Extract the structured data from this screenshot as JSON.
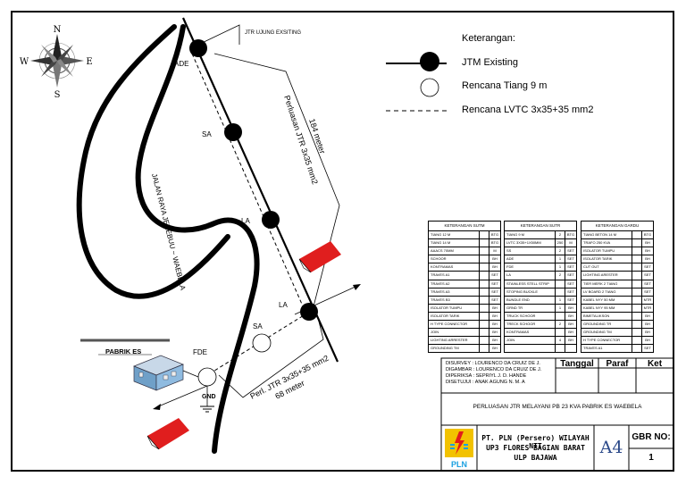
{
  "compass": {
    "n": "N",
    "e": "E",
    "s": "S",
    "w": "W"
  },
  "map": {
    "road_label": "JALAN RAYA JEREBUU ~ WAEBELA",
    "jtr_existing_label": "JTR UJUNG EXSITING",
    "poles": [
      "ADE",
      "SA",
      "LA",
      "LA",
      "SA",
      "FDE"
    ],
    "extension_a": "Perluasan JTR 3x35 mm2",
    "extension_a_length": "184 meter",
    "extension_b": "Perl. JTR 3x35+35 mm2",
    "extension_b_length": "68 meter",
    "factory_label": "PABRIK ES",
    "grd_label": "GND"
  },
  "legend": {
    "title": "Keterangan:",
    "items": [
      "JTM Existing",
      "Rencana Tiang 9 m",
      "Rencana LVTC 3x35+35 mm2"
    ]
  },
  "tables": [
    {
      "title": "KETERANGAN SUTM",
      "rows": [
        [
          "TIANG 12 M",
          "",
          "BTG"
        ],
        [
          "TIANG 14 M",
          "",
          "BTG"
        ],
        [
          "AAACS 70MM",
          "",
          "M"
        ],
        [
          "SCHOOR",
          "",
          "BH"
        ],
        [
          "KONTRAMAS",
          "",
          "BH"
        ],
        [
          "TRAVES A1",
          "",
          "SET"
        ],
        [
          "TRAVES A2",
          "",
          "SET"
        ],
        [
          "TRAVES A3",
          "",
          "SET"
        ],
        [
          "TRAVES B3",
          "",
          "SET"
        ],
        [
          "ISOLATOR TUMPU",
          "",
          "BH"
        ],
        [
          "ISOLATOR TARIK",
          "",
          "BH"
        ],
        [
          "H TYPE CONNECTOR",
          "",
          "BH"
        ],
        [
          "JOIN",
          "",
          "BH"
        ],
        [
          "LIGHTING ARRESTER",
          "",
          "BH"
        ],
        [
          "GROUNDING TM",
          "",
          "BH"
        ]
      ]
    },
    {
      "title": "KETERANGAN SUTR",
      "rows": [
        [
          "TIANG 9 M",
          "2",
          "BTG"
        ],
        [
          "LVTC 3X35+1X50MM",
          "250",
          "M"
        ],
        [
          "SS",
          "2",
          "SET"
        ],
        [
          "ADE",
          "1",
          "SET"
        ],
        [
          "FDE",
          "1",
          "SET"
        ],
        [
          "LA",
          "2",
          "SET"
        ],
        [
          "STAINLESS STELL STRIP",
          "",
          "SET"
        ],
        [
          "STOPING BUCKLE",
          "",
          "SET"
        ],
        [
          "BUNDLE END",
          "1",
          "SET"
        ],
        [
          "GRND TR",
          "1",
          "BH"
        ],
        [
          "TRUCK SCHOOR",
          "",
          "BH"
        ],
        [
          "TRECK SCHOOR",
          "2",
          "BH"
        ],
        [
          "KONTRAMAS",
          "",
          "BH"
        ],
        [
          "JOIN",
          "4",
          "BH"
        ],
        [
          "",
          "",
          ""
        ]
      ]
    },
    {
      "title": "KETERANGAN GARDU",
      "rows": [
        [
          "TIANG BETON 14 M",
          "",
          "BTG"
        ],
        [
          "TRAFO 250 KVA",
          "",
          "BH"
        ],
        [
          "ISOLATOR TUMPU",
          "",
          "BH"
        ],
        [
          "ISOLATOR TARIK",
          "",
          "BH"
        ],
        [
          "CUT OUT",
          "",
          "SET"
        ],
        [
          "LIGHTING ARESTER",
          "",
          "SET"
        ],
        [
          "TIER MERK 2 TIANG",
          "",
          "SET"
        ],
        [
          "LV BOARD 2 TIANG",
          "",
          "SET"
        ],
        [
          "KABEL NYY 50 MM",
          "",
          "MTR"
        ],
        [
          "KABEL NYY 95 MM",
          "",
          "MTR"
        ],
        [
          "BIMETALIKSON",
          "",
          "BH"
        ],
        [
          "GROUNDING TR",
          "",
          "BH"
        ],
        [
          "GROUNDING TM",
          "",
          "BH"
        ],
        [
          "H TYPE CONNECTOR",
          "",
          "BH"
        ],
        [
          "TRAVES A1",
          "",
          "SET"
        ]
      ]
    }
  ],
  "title_block": {
    "disurvey": "DISURVEY  : LOURENCO DA CRUIZ DE J.",
    "digambar": "DIGAMBAR  : LOURENCO DA CRUIZ DE J.",
    "diperiksa": "DIPERIKSA  : SEPRIYL J. D. HANDE",
    "disetujui": "DISETUJUI  : ANAK AGUNG N. M. A",
    "col_tanggal": "Tanggal",
    "col_paraf": "Paraf",
    "col_ket": "Ket",
    "project": "PERLUASAN JTR MELAYANI PB 23 KVA PABRIK ES WAEBELA",
    "company_1": "PT. PLN (Persero) WILAYAH NTT",
    "company_2": "UP3 FLORES BAGIAN BARAT",
    "company_3": "ULP BAJAWA",
    "logo_text": "PLN",
    "paper": "A4",
    "gbr_label": "GBR NO:",
    "gbr_no": "1"
  }
}
